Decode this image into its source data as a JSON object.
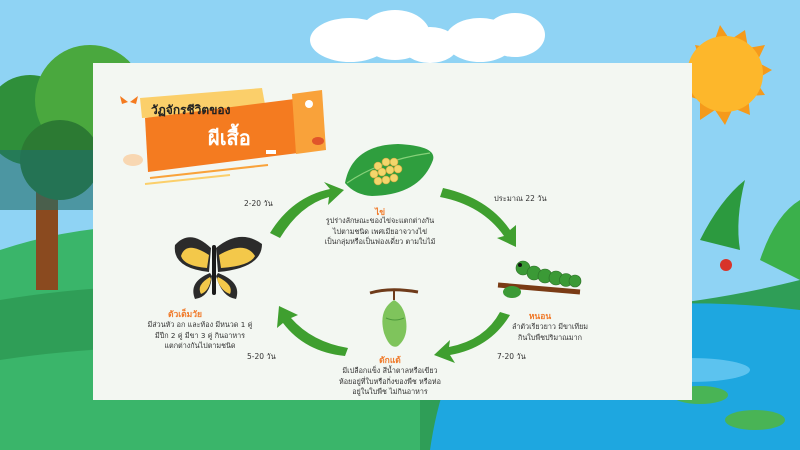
{
  "title": {
    "line1": "วัฏจักรชีวิตของ",
    "line2": "ผีเสื้อ"
  },
  "stages": {
    "egg": {
      "name": "ไข่",
      "desc": "รูปร่างลักษณะของไข่จะแตกต่างกัน\nไปตามชนิด เพศเมียอาจวางไข่\nเป็นกลุ่มหรือเป็นฟองเดี่ยว ตามใบไม้"
    },
    "larva": {
      "name": "หนอน",
      "desc": "ลำตัวเรียวยาว มีขาเทียม\nกินใบพืชปริมาณมาก"
    },
    "pupa": {
      "name": "ดักแด้",
      "desc": "มีเปลือกแข็ง สีน้ำตาลหรือเขียว\nห้อยอยู่ที่ใบหรือกิ่งของพืช หรือห่อ\nอยู่ในใบพืช ไม่กินอาหาร"
    },
    "adult": {
      "name": "ตัวเต็มวัย",
      "desc": "มีส่วนหัว อก และท้อง มีหนวด 1 คู่\nมีปีก 2 คู่ มีขา 3 คู่ กินอาหาร\nแตกต่างกันไปตามชนิด"
    }
  },
  "durations": {
    "adult_to_egg": "2-20 วัน",
    "egg_to_larva": "ประมาณ 22 วัน",
    "larva_to_pupa": "7-20 วัน",
    "pupa_to_adult": "5-20 วัน"
  },
  "colors": {
    "sky": "#8fd3f4",
    "grass": "#2f9e57",
    "water": "#1ea7e0",
    "panel": "#f3f7f2",
    "accent_orange": "#f07a2a",
    "arrow_green": "#3f9f2f"
  }
}
